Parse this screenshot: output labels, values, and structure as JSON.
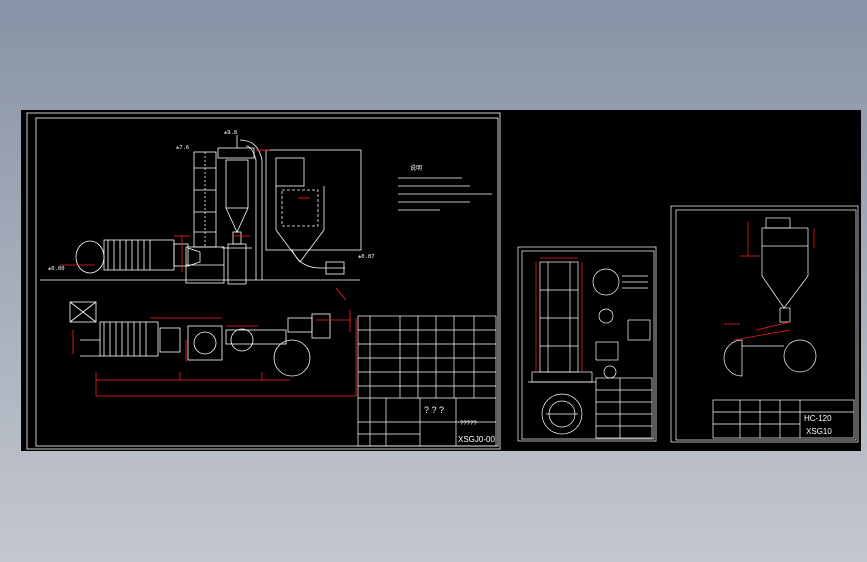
{
  "sheet1": {
    "elev_top": "±9.8",
    "elev_left": "±7.6",
    "elev_base_left": "±0.00",
    "elev_base_right": "±0.87",
    "notes_title": "说明",
    "title_block": {
      "drawing_no": "XSGJ0-00",
      "title_marks": "? ? ?",
      "sub_marks": "?????"
    }
  },
  "sheet3": {
    "title_block": {
      "model": "HC-120",
      "drawing_no": "XSG10"
    }
  },
  "colors": {
    "background": "#000000",
    "outline": "#ffffff",
    "dimension": "#ff2020",
    "leader": "#ff3b3b"
  }
}
